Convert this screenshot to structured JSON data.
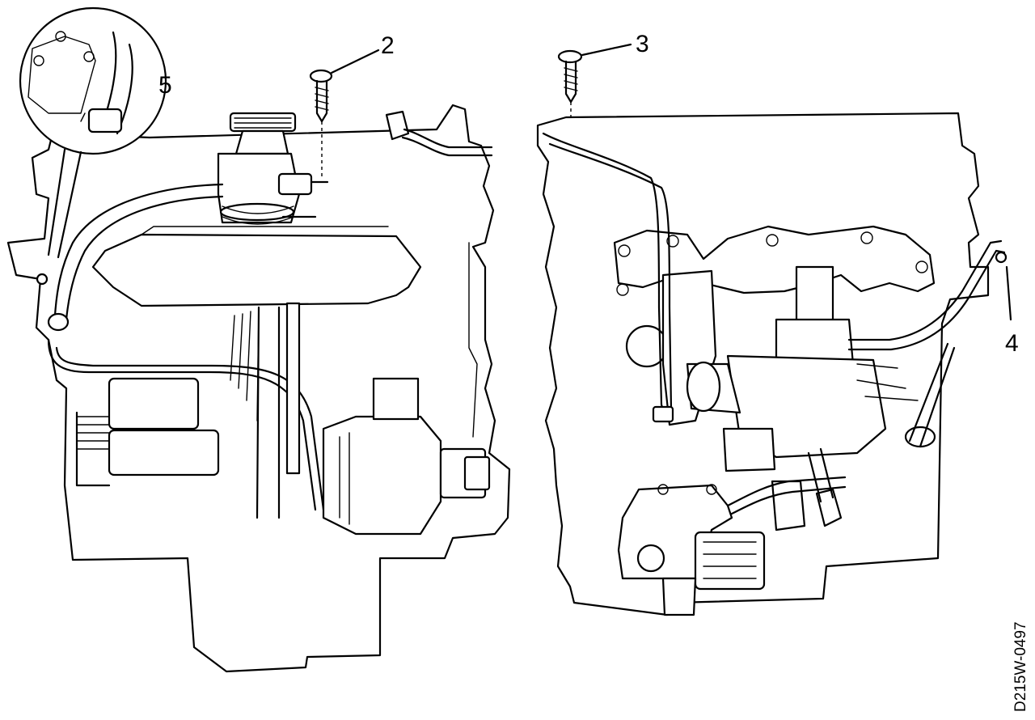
{
  "callouts": {
    "c2": "2",
    "c3": "3",
    "c4": "4",
    "c5": "5"
  },
  "figure_id": "D215W-0497",
  "colors": {
    "ink": "#000000",
    "paper": "#ffffff"
  }
}
